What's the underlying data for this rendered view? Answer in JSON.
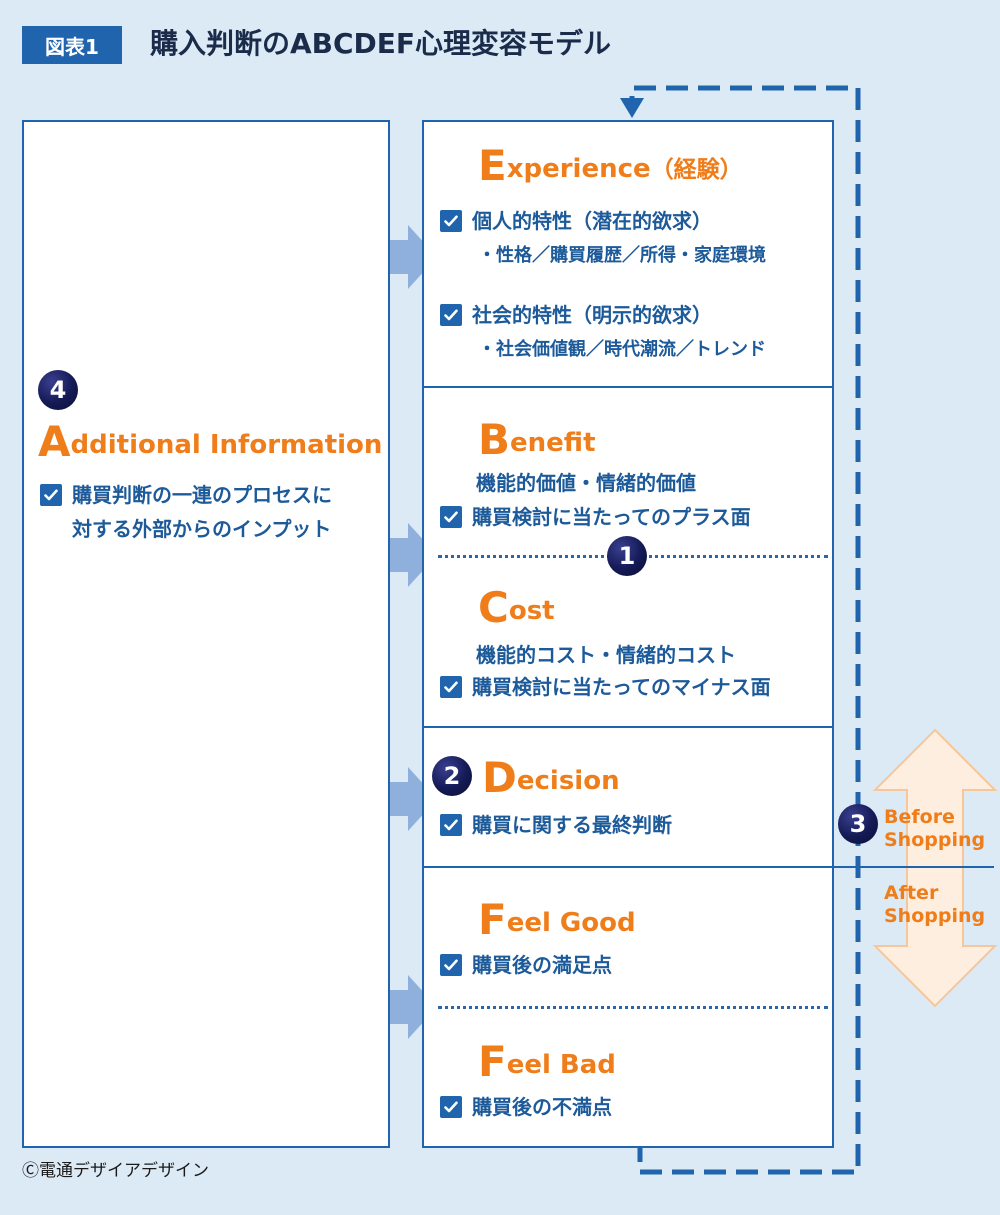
{
  "header": {
    "figure_label": "図表1",
    "title": "購入判断のABCDEF心理変容モデル"
  },
  "additional": {
    "badge": "4",
    "initial": "A",
    "rest": "dditional Information",
    "line1": "購買判断の一連のプロセスに",
    "line2": "対する外部からのインプット"
  },
  "experience": {
    "initial": "E",
    "rest": "xperience",
    "paren": "（経験）",
    "item1": "個人的特性（潜在的欲求）",
    "item1_sub": "・性格／購買履歴／所得・家庭環境",
    "item2": "社会的特性（明示的欲求）",
    "item2_sub": "・社会価値観／時代潮流／トレンド"
  },
  "benefit": {
    "initial": "B",
    "rest": "enefit",
    "line1": "機能的価値・情緒的価値",
    "item": "購買検討に当たってのプラス面"
  },
  "badge1": "1",
  "cost": {
    "initial": "C",
    "rest": "ost",
    "line1": "機能的コスト・情緒的コスト",
    "item": "購買検討に当たってのマイナス面"
  },
  "decision": {
    "badge": "2",
    "initial": "D",
    "rest": "ecision",
    "item": "購買に関する最終判断"
  },
  "shopping": {
    "badge": "3",
    "before_1": "Before",
    "before_2": "Shopping",
    "after_1": "After",
    "after_2": "Shopping"
  },
  "feel_good": {
    "initial": "F",
    "rest": "eel Good",
    "item": "購買後の満足点"
  },
  "feel_bad": {
    "initial": "F",
    "rest": "eel Bad",
    "item": "購買後の不満点"
  },
  "credit": "Ⓒ電通デザイアデザイン",
  "colors": {
    "background": "#dceaf6",
    "primary_blue": "#1f64ad",
    "text_blue": "#1d5a99",
    "accent_orange": "#ef7d1a",
    "badge_navy": "#141a55",
    "arrow_blue": "#8fb0dc",
    "arrow_orange": "#fdeee0"
  }
}
